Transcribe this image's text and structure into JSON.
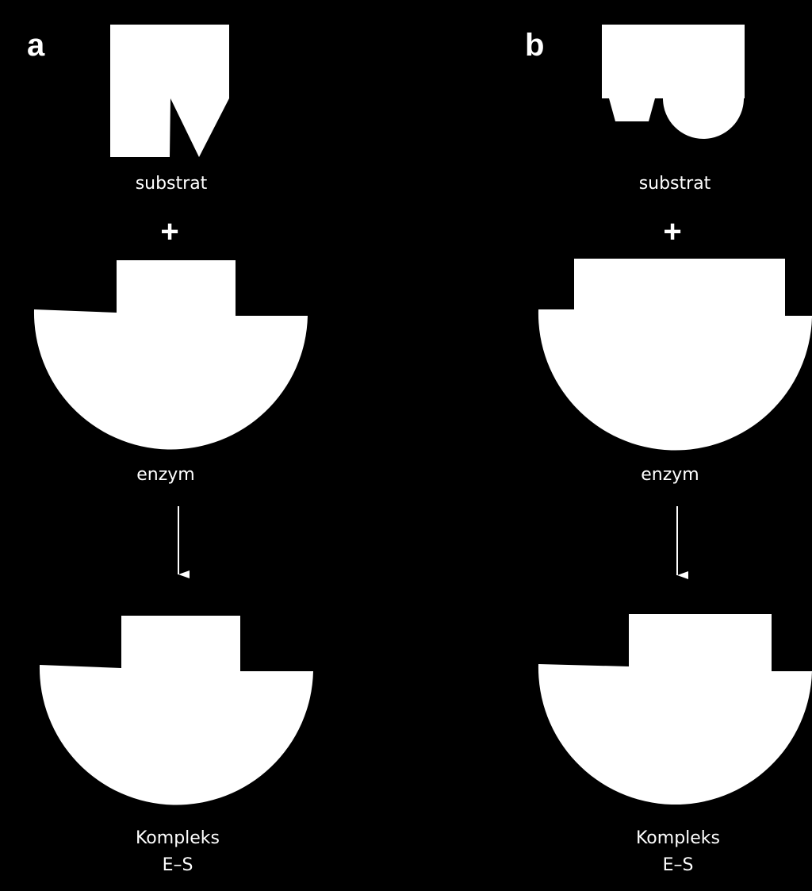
{
  "colors": {
    "background": "#000000",
    "foreground": "#ffffff"
  },
  "panel_a": {
    "letter": "a",
    "substrate_label": "substrat",
    "plus": "+",
    "enzyme_label": "enzym",
    "complex_label_line1": "Kompleks",
    "complex_label_line2": "E–S"
  },
  "panel_b": {
    "letter": "b",
    "substrate_label": "substrat",
    "plus": "+",
    "enzyme_label": "enzym",
    "complex_label_line1": "Kompleks",
    "complex_label_line2": "E–S"
  }
}
